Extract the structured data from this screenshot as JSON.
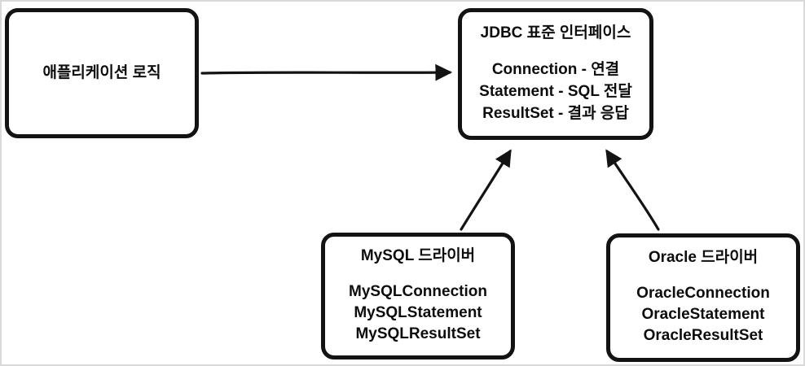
{
  "frame": {
    "background": "#ffffff",
    "border_color": "#d9d9d9"
  },
  "diagram": {
    "stroke_color": "#131313",
    "text_color": "#0d0d0d",
    "boxes": {
      "app": {
        "title": "애플리케이션 로직"
      },
      "jdbc": {
        "title": "JDBC 표준 인터페이스",
        "lines": [
          "Connection - 연결",
          "Statement - SQL 전달",
          "ResultSet - 결과 응답"
        ]
      },
      "mysql": {
        "title": "MySQL 드라이버",
        "lines": [
          "MySQLConnection",
          "MySQLStatement",
          "MySQLResultSet"
        ]
      },
      "oracle": {
        "title": "Oracle 드라이버",
        "lines": [
          "OracleConnection",
          "OracleStatement",
          "OracleResultSet"
        ]
      }
    },
    "arrows": [
      {
        "name": "app-to-jdbc",
        "from": "app",
        "to": "jdbc"
      },
      {
        "name": "mysql-to-jdbc",
        "from": "mysql",
        "to": "jdbc"
      },
      {
        "name": "oracle-to-jdbc",
        "from": "oracle",
        "to": "jdbc"
      }
    ]
  }
}
